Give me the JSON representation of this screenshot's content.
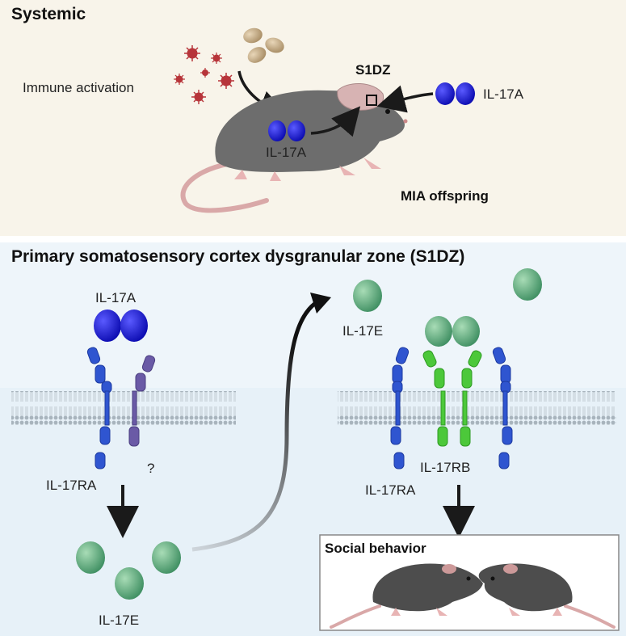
{
  "colors": {
    "top_panel_bg": "#f8f4ea",
    "bottom_panel_bg": "#e7f1f8",
    "il17a_blue": "#1414c8",
    "il17e_green": "#5aa87a",
    "receptor_blue": "#2f55d0",
    "receptor_purple": "#6a5aa6",
    "receptor_green": "#4cc83a",
    "mouse_gray": "#6d6d6d",
    "arrow_dark": "#1a1a1a"
  },
  "systemic": {
    "title": "Systemic",
    "immune_activation": "Immune activation",
    "s1dz": "S1DZ",
    "il17a_in_mouse": "IL-17A",
    "il17a_right": "IL-17A",
    "mia_offspring": "MIA offspring"
  },
  "s1dz_panel": {
    "title": "Primary somatosensory cortex dysgranular zone (S1DZ)",
    "left": {
      "ligand": "IL-17A",
      "receptor": "IL-17RA",
      "unknown_partner": "?",
      "product": "IL-17E"
    },
    "right": {
      "ligand": "IL-17E",
      "receptor_b": "IL-17RB",
      "receptor_a": "IL-17RA"
    },
    "outcome": "Social behavior"
  },
  "icons": [
    "virus-icon",
    "bacteria-icon",
    "mouse-icon",
    "membrane-icon",
    "receptor-icon",
    "cytokine-icon",
    "brain-icon"
  ]
}
